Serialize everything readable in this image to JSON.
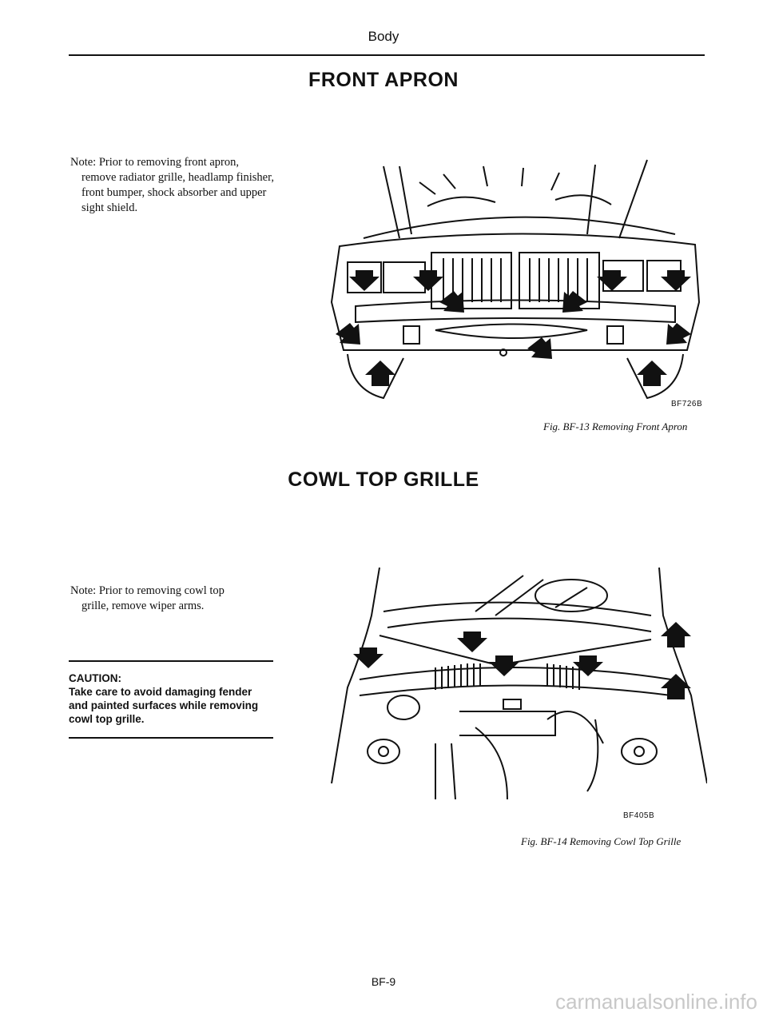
{
  "header": {
    "section": "Body"
  },
  "front_apron": {
    "title": "FRONT APRON",
    "note_first": "Note: Prior to removing front apron,",
    "note_rest": "remove radiator grille, headlamp finisher, front bumper, shock absorber and upper sight shield.",
    "fig_code": "BF726B",
    "caption": "Fig. BF-13  Removing Front Apron"
  },
  "cowl_top_grille": {
    "title": "COWL TOP GRILLE",
    "note_first": "Note: Prior to removing cowl top",
    "note_rest": "grille, remove wiper arms.",
    "caution_title": "CAUTION:",
    "caution_text": "Take care to avoid damaging fender and painted surfaces while removing cowl top grille.",
    "fig_code": "BF405B",
    "caption": "Fig. BF-14  Removing Cowl Top Grille"
  },
  "footer": {
    "page_number": "BF-9",
    "watermark": "carmanualsonline.info"
  }
}
